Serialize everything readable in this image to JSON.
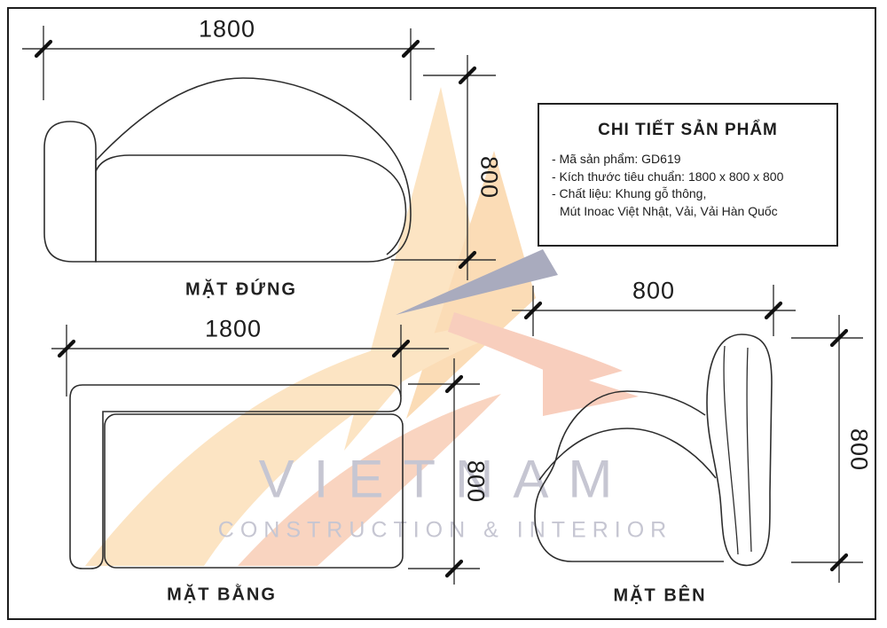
{
  "page": {
    "background": "#ffffff",
    "border_color": "#1d1d1d",
    "line_color": "#2e2e2e"
  },
  "watermark": {
    "brand": "VIETNAM",
    "tagline": "CONSTRUCTION & INTERIOR",
    "text_color": "#c6c6d2",
    "logo_colors": {
      "peach_light": "#fce4c3",
      "peach": "#fbdcb6",
      "pink": "#f8cebd",
      "gray": "#a9abbe"
    }
  },
  "detail_box": {
    "title": "CHI TIẾT SẢN PHẨM",
    "lines": [
      "- Mã sản phẩm: GD619",
      "- Kích thước tiêu chuẩn: 1800 x 800 x 800",
      "- Chất liệu: Khung gỗ thông,",
      "Mút Inoac Việt Nhật, Vải, Vải Hàn Quốc"
    ]
  },
  "views": {
    "front": {
      "label": "MẶT ĐỨNG",
      "dim_width": "1800",
      "dim_height": "800"
    },
    "plan": {
      "label": "MẶT BẰNG",
      "dim_width": "1800",
      "dim_depth": "800"
    },
    "side": {
      "label": "MẶT BÊN",
      "dim_depth": "800",
      "dim_height": "800"
    }
  }
}
